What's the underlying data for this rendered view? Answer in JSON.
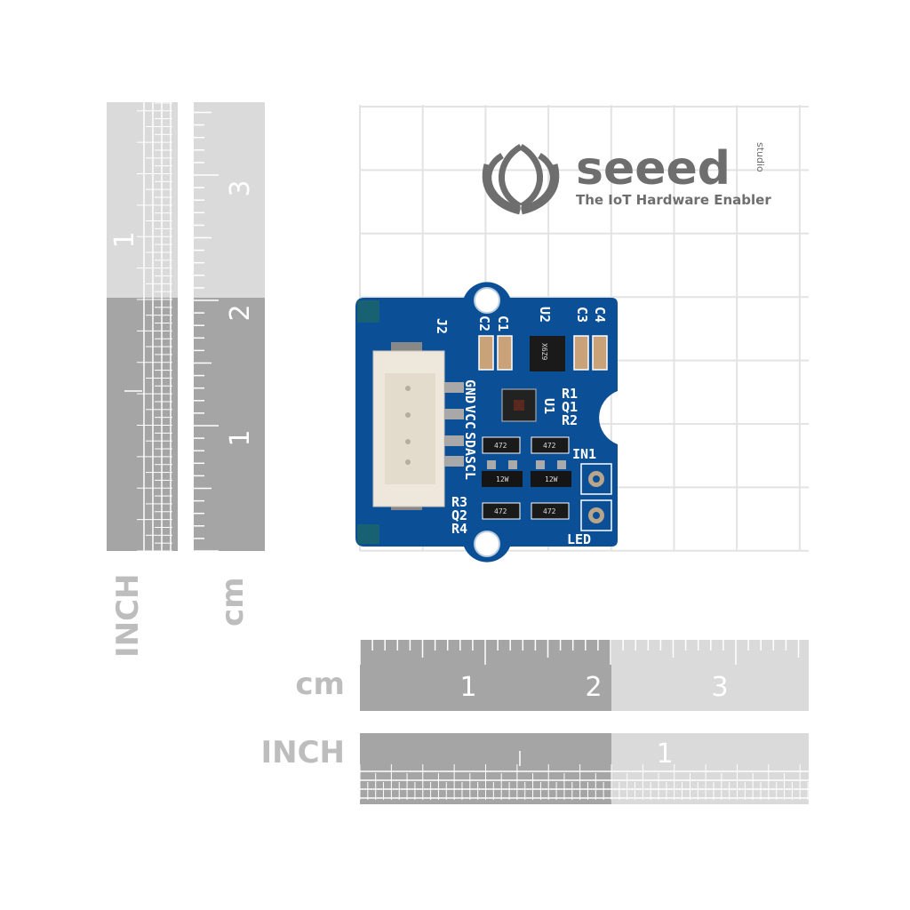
{
  "logo": {
    "brand": "seeed",
    "sub": "studio",
    "tagline": "The IoT Hardware Enabler"
  },
  "rulers": {
    "vertical_inch": {
      "label": "INCH",
      "numbers": [
        "1"
      ]
    },
    "vertical_cm": {
      "label": "cm",
      "numbers": [
        "3",
        "2",
        "1"
      ]
    },
    "horizontal_cm": {
      "label": "cm",
      "numbers": [
        "1",
        "2",
        "3"
      ]
    },
    "horizontal_inch": {
      "label": "INCH",
      "numbers": [
        "1"
      ]
    }
  },
  "board": {
    "connector_ref": "J2",
    "pins": [
      "GND",
      "VCC",
      "SDA",
      "SCL"
    ],
    "refs_top": [
      "C2",
      "C1",
      "U2",
      "C3",
      "C4"
    ],
    "refs_mid": [
      "R1",
      "Q1",
      "R2"
    ],
    "u1": "U1",
    "refs_bottom": [
      "R3",
      "Q2",
      "R4"
    ],
    "pads": [
      "IN1",
      "LED"
    ],
    "chip_marks": {
      "u2": "X6Z9",
      "resistor_a": "472",
      "resistor_b": "472",
      "transistor": "12W"
    }
  },
  "colors": {
    "pcb": "#0b4f97",
    "ruler_dark": "#a5a5a5",
    "ruler_light": "#dadada",
    "grid": "#e3e3e3"
  }
}
